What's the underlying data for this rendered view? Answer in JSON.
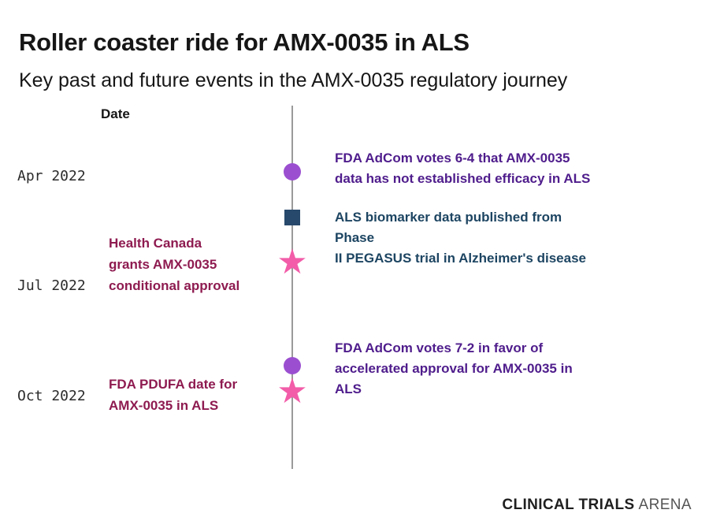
{
  "header": {
    "title": "Roller coaster ride for AMX-0035 in ALS",
    "subtitle": "Key past and future events in the AMX-0035 regulatory journey"
  },
  "colors": {
    "purple_marker": "#9b4fd0",
    "navy_marker": "#27496b",
    "pink_marker": "#f25ca8",
    "purple_text": "#4f1d8c",
    "navy_text": "#1d4562",
    "maroon_text": "#8e1b50",
    "line": "#9a9a9a"
  },
  "icons": {
    "star_glyph": "★"
  },
  "timeline": {
    "axis_label": "Date",
    "date_ticks": [
      "Apr 2022",
      "Jul 2022",
      "Oct 2022"
    ],
    "right_events": [
      {
        "text": "FDA AdCom votes 6-4 that AMX-0035\ndata has not established efficacy in ALS"
      },
      {
        "text": "ALS biomarker data published from Phase\nII PEGASUS trial in Alzheimer's disease"
      },
      {
        "text": "FDA AdCom votes 7-2 in favor of\naccelerated approval for AMX-0035 in\nALS"
      }
    ],
    "left_events": [
      {
        "text": "Health Canada\ngrants AMX-0035\nconditional approval"
      },
      {
        "text": "FDA PDUFA date for\nAMX-0035 in ALS"
      }
    ]
  },
  "footer": {
    "brand_bold": "CLINICAL TRIALS",
    "brand_light": "ARENA"
  },
  "chart_data": {
    "type": "timeline",
    "title": "Roller coaster ride for AMX-0035 in ALS",
    "subtitle": "Key past and future events in the AMX-0035 regulatory journey",
    "axis": {
      "label": "Date",
      "orientation": "vertical",
      "tick_labels": [
        "Apr 2022",
        "Jul 2022",
        "Oct 2022"
      ]
    },
    "grid": false,
    "legend": "none",
    "events": [
      {
        "position": "Apr 2022",
        "marker": "circle",
        "marker_color": "#9b4fd0",
        "label_side": "right",
        "label_color": "#4f1d8c",
        "text": "FDA AdCom votes 6-4 that AMX-0035 data has not established efficacy in ALS"
      },
      {
        "position": "between Apr 2022 and Jul 2022",
        "marker": "square",
        "marker_color": "#27496b",
        "label_side": "right",
        "label_color": "#1d4562",
        "text": "ALS biomarker data published from Phase II PEGASUS trial in Alzheimer's disease"
      },
      {
        "position": "Jul 2022",
        "marker": "star",
        "marker_color": "#f25ca8",
        "label_side": "left",
        "label_color": "#8e1b50",
        "text": "Health Canada grants AMX-0035 conditional approval"
      },
      {
        "position": "shortly before Oct 2022",
        "marker": "circle",
        "marker_color": "#9b4fd0",
        "label_side": "right",
        "label_color": "#4f1d8c",
        "text": "FDA AdCom votes 7-2 in favor of accelerated approval for AMX-0035 in ALS"
      },
      {
        "position": "Oct 2022",
        "marker": "star",
        "marker_color": "#f25ca8",
        "label_side": "left",
        "label_color": "#8e1b50",
        "text": "FDA PDUFA date for AMX-0035 in ALS"
      }
    ]
  }
}
